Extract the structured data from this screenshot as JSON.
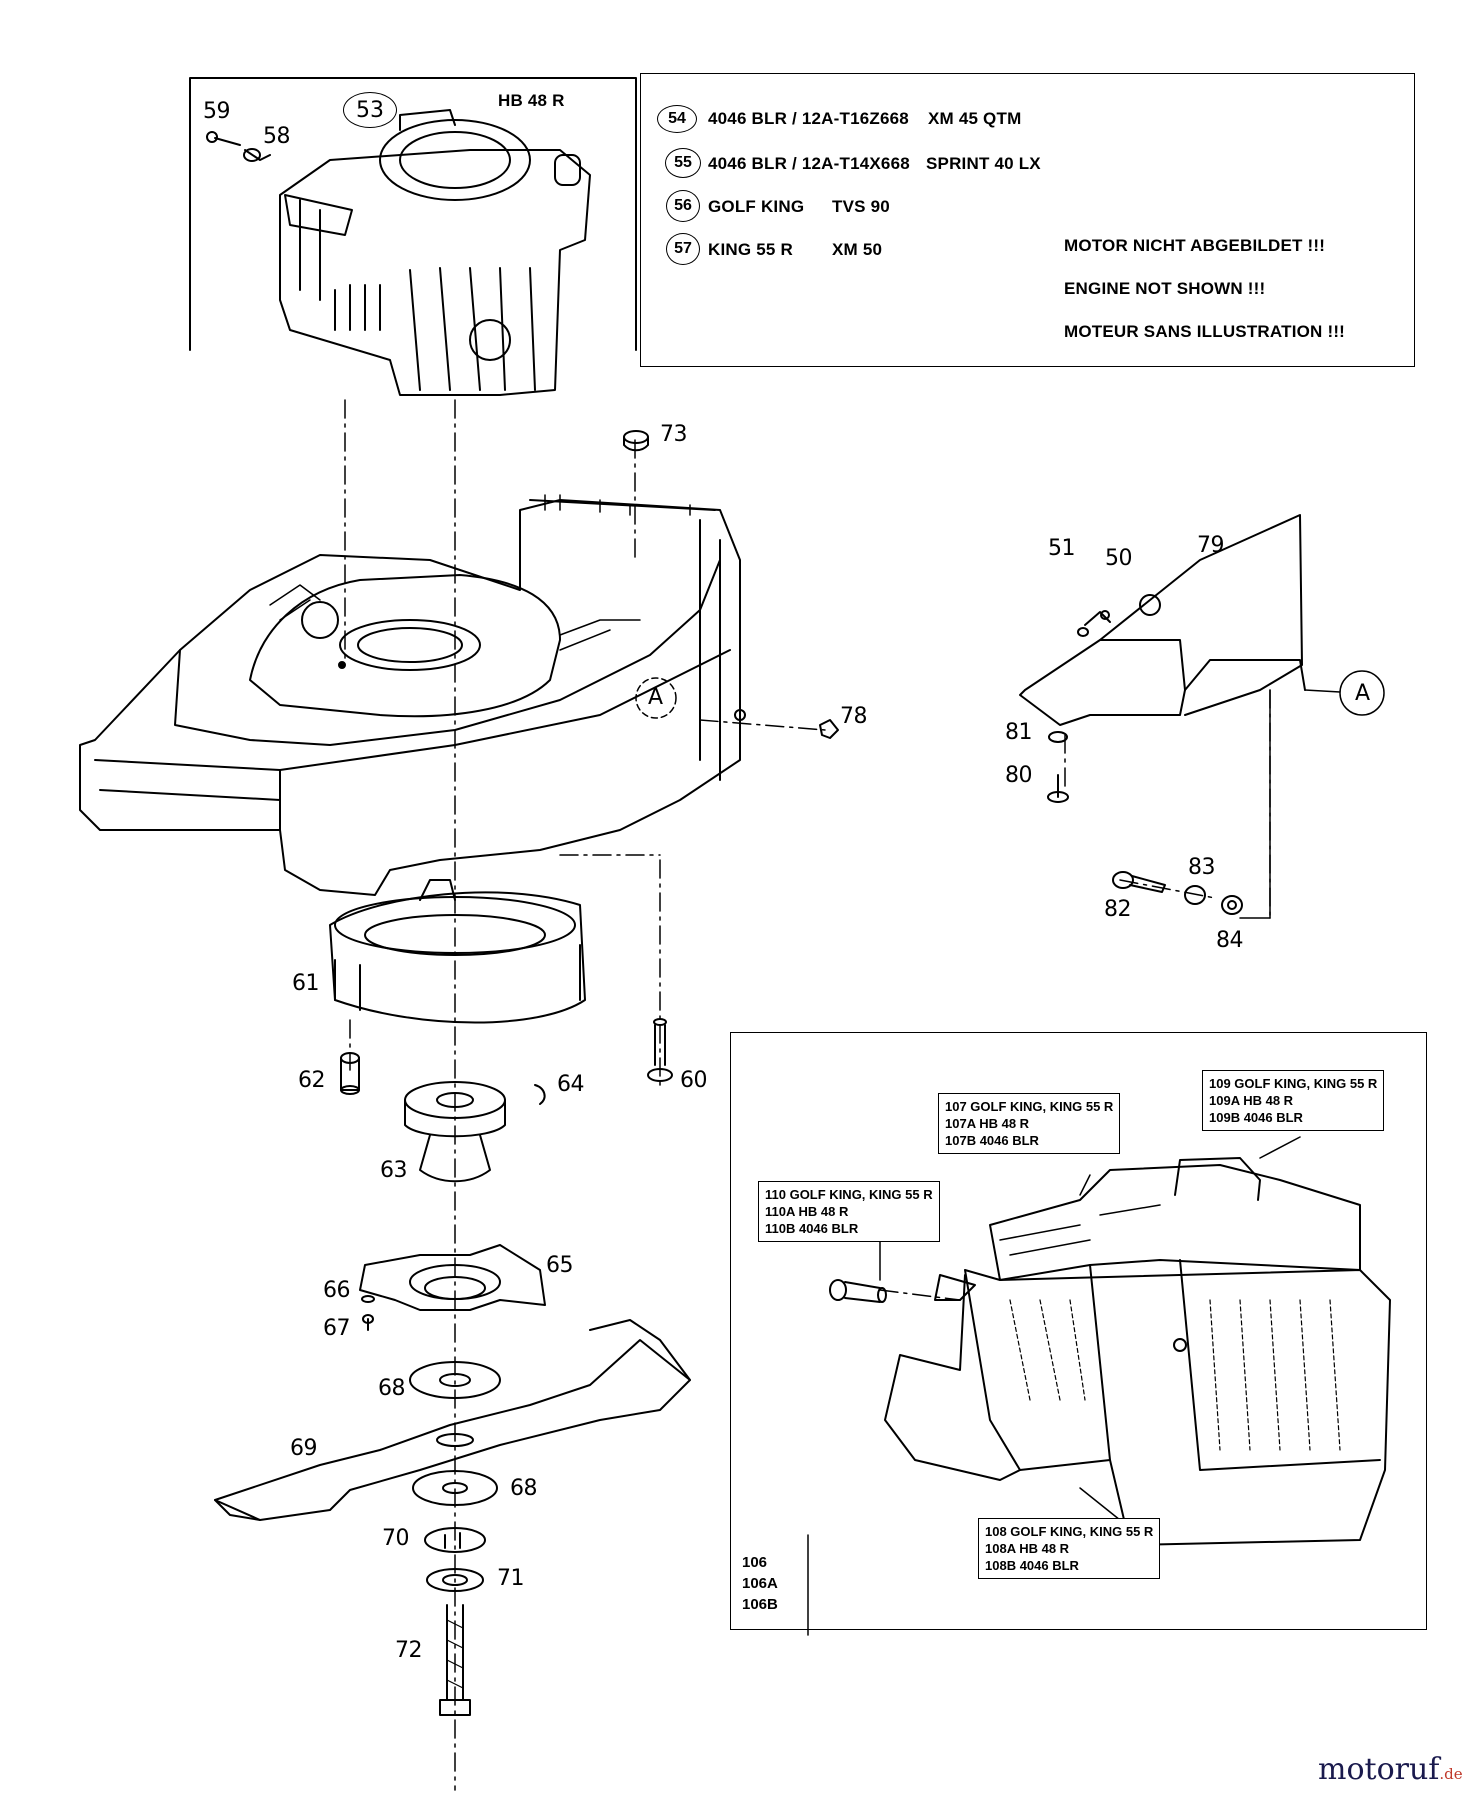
{
  "engine_header": {
    "circled_no": "53",
    "model": "HB 48 R"
  },
  "models_box": {
    "rows": [
      {
        "no": "54",
        "code": "4046 BLR / 12A-T16Z668",
        "model": "XM 45 QTM"
      },
      {
        "no": "55",
        "code": "4046 BLR / 12A-T14X668",
        "model": "SPRINT 40 LX"
      },
      {
        "no": "56",
        "code": "GOLF KING",
        "model": "TVS 90"
      },
      {
        "no": "57",
        "code": "KING 55 R",
        "model": "XM 50"
      }
    ],
    "notes": [
      "MOTOR NICHT ABGEBILDET !!!",
      "ENGINE NOT SHOWN !!!",
      "MOTEUR SANS ILLUSTRATION !!!"
    ]
  },
  "part_numbers": {
    "p59": "59",
    "p58": "58",
    "p73": "73",
    "p51": "51",
    "p50": "50",
    "p79": "79",
    "p78": "78",
    "p81": "81",
    "p80": "80",
    "p83": "83",
    "p82": "82",
    "p84": "84",
    "p61": "61",
    "p62": "62",
    "p60": "60",
    "p64": "64",
    "p63": "63",
    "p65": "65",
    "p66": "66",
    "p67": "67",
    "p68a": "68",
    "p68b": "68",
    "p69": "69",
    "p70": "70",
    "p71": "71",
    "p72": "72"
  },
  "reference_marks": {
    "a1": "A",
    "a2": "A"
  },
  "grass_catcher": {
    "callout_107": [
      "107  GOLF KING, KING 55 R",
      "107A  HB 48 R",
      "107B  4046 BLR"
    ],
    "callout_109": [
      "109  GOLF KING, KING 55 R",
      "109A  HB 48 R",
      "109B  4046 BLR"
    ],
    "callout_110": [
      "110  GOLF KING, KING 55 R",
      "110A  HB 48 R",
      "110B  4046 BLR"
    ],
    "callout_108": [
      "108  GOLF KING, KING 55 R",
      "108A  HB 48 R",
      "108B  4046 BLR"
    ],
    "assembly_numbers": [
      "106",
      "106A",
      "106B"
    ]
  },
  "watermark": {
    "brand": "motoruf",
    "tld": ".de"
  },
  "colors": {
    "line": "#000000",
    "background": "#ffffff",
    "watermark": "#1a1a4d",
    "watermark_accent": "#c0392b"
  }
}
